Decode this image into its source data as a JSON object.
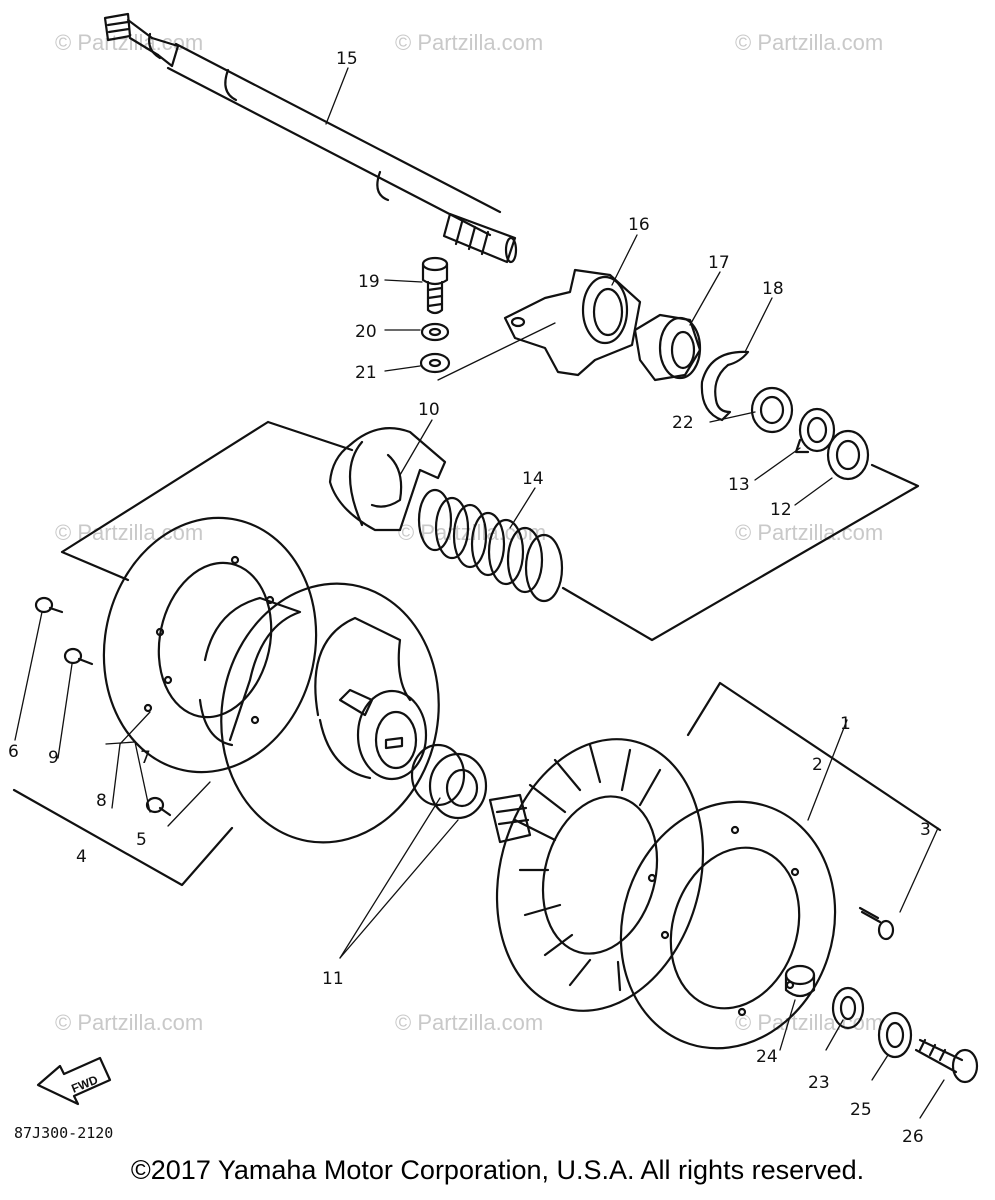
{
  "watermarks": [
    "© Partzilla.com",
    "© Partzilla.com",
    "© Partzilla.com",
    "© Partzilla.com",
    "© Partzilla.com",
    "© Partzilla.com",
    "© Partzilla.com",
    "© Partzilla.com",
    "© Partzilla.com"
  ],
  "callouts": [
    "1",
    "2",
    "3",
    "4",
    "5",
    "6",
    "7",
    "8",
    "9",
    "10",
    "11",
    "12",
    "13",
    "14",
    "15",
    "16",
    "17",
    "18",
    "19",
    "20",
    "21",
    "22",
    "23",
    "24",
    "25",
    "26"
  ],
  "fwd_label": "FWD",
  "diagram_code": "87J300-2120",
  "copyright": "©2017 Yamaha Motor Corporation, U.S.A. All rights reserved."
}
